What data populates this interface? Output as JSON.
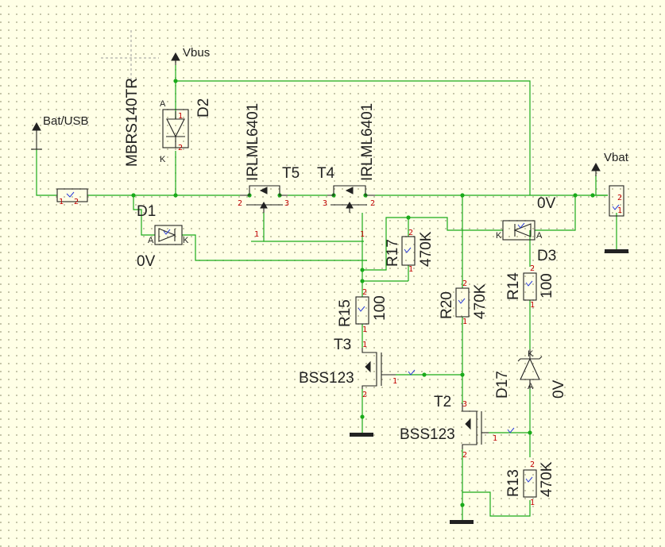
{
  "nets": {
    "bat_usb": "Bat/USB",
    "vbus": "Vbus",
    "vbat": "Vbat",
    "zero_v_1": "0V",
    "zero_v_2": "0V",
    "zero_v_3": "0V"
  },
  "components": {
    "d2": {
      "ref": "D2",
      "value": "MBRS140TR",
      "pin_a": "A",
      "pin_k": "K"
    },
    "d1": {
      "ref": "D1",
      "pin_a": "A",
      "pin_k": "K"
    },
    "d3": {
      "ref": "D3",
      "pin_a": "A",
      "pin_k": "K"
    },
    "d17": {
      "ref": "D17",
      "pin_a": "A",
      "pin_k": "K"
    },
    "t5": {
      "ref": "T5",
      "value": "IRLML6401"
    },
    "t4": {
      "ref": "T4",
      "value": "IRLML6401"
    },
    "t3": {
      "ref": "T3",
      "value": "BSS123"
    },
    "t2": {
      "ref": "T2",
      "value": "BSS123"
    },
    "r17": {
      "ref": "R17",
      "value": "470K"
    },
    "r20": {
      "ref": "R20",
      "value": "470K"
    },
    "r14": {
      "ref": "R14",
      "value": "100"
    },
    "r15": {
      "ref": "R15",
      "value": "100"
    },
    "r13": {
      "ref": "R13",
      "value": "470K"
    }
  },
  "pins": {
    "p1": "1",
    "p2": "2",
    "p3": "3"
  }
}
